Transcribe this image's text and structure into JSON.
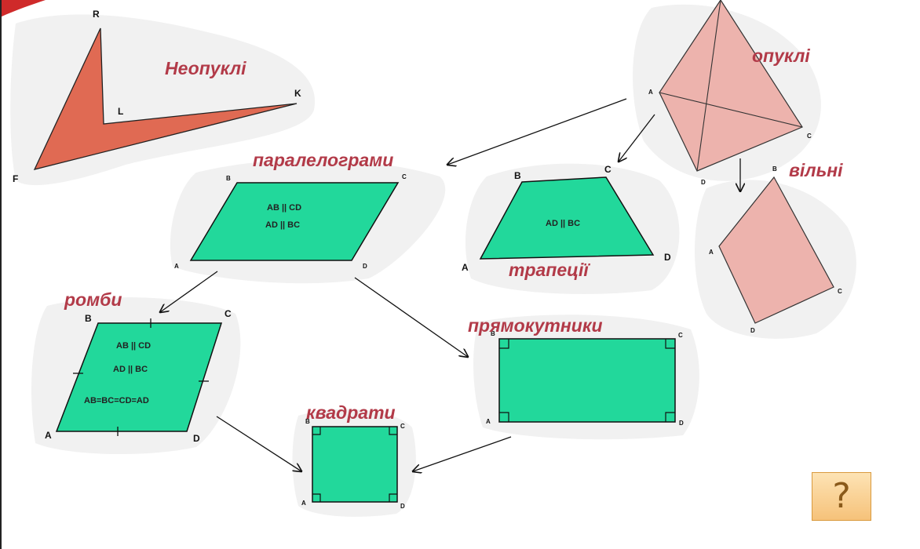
{
  "categories": {
    "nonconvex": "Неопуклі",
    "convex": "опуклі",
    "parallelograms": "паралелограми",
    "trapezoids": "трапеції",
    "free": "вільні",
    "rhombi": "ромби",
    "rectangles": "прямокутники",
    "squares": "квадрати"
  },
  "nonconvex_vertices": [
    "R",
    "L",
    "K",
    "F"
  ],
  "convex_vertices": [
    "A",
    "C",
    "D"
  ],
  "parallelogram": {
    "vertices": [
      "B",
      "C",
      "A",
      "D"
    ],
    "line1": "AB || CD",
    "line2": "AD || BC"
  },
  "trapezoid": {
    "vertices": [
      "B",
      "C",
      "A",
      "D"
    ],
    "line1": "AD || BC"
  },
  "free_quad": {
    "vertices": [
      "B",
      "A",
      "C",
      "D"
    ]
  },
  "rhombus": {
    "vertices": [
      "B",
      "C",
      "A",
      "D"
    ],
    "line1": "AB || CD",
    "line2": "AD || BC",
    "line3": "AB=BC=CD=AD"
  },
  "rectangle": {
    "vertices": [
      "B",
      "C",
      "A",
      "D"
    ]
  },
  "square": {
    "vertices": [
      "B",
      "C",
      "A",
      "D"
    ]
  },
  "help_button": {
    "label": "?"
  },
  "colors": {
    "nonconvex": "#e06a53",
    "convex": "#edb3ad",
    "green": "#22d89b",
    "label": "#b23a48"
  }
}
